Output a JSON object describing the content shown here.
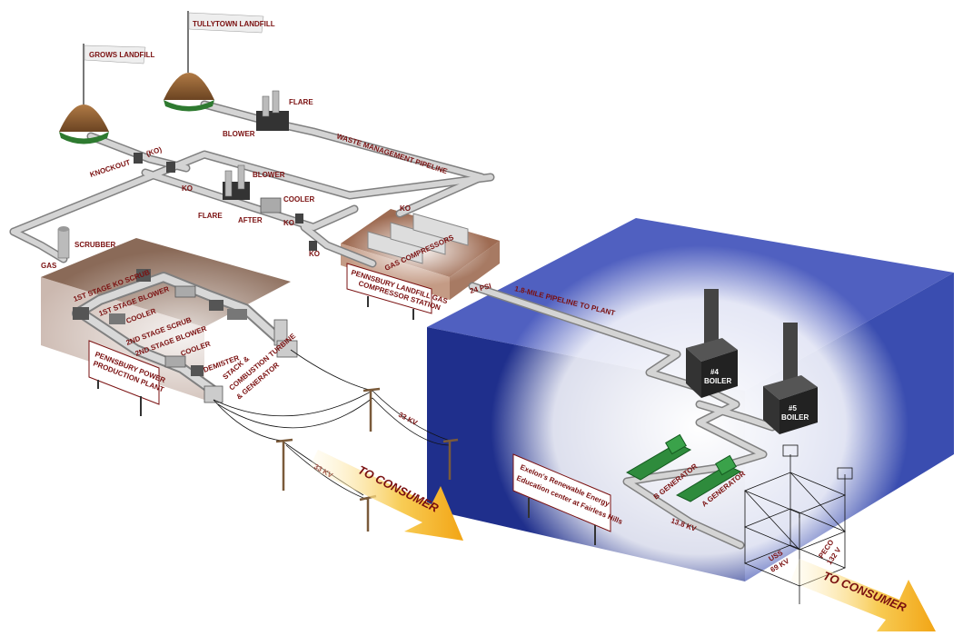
{
  "landfills": {
    "grows": "GROWS LANDFILL",
    "tullytown": "TULLYTOWN LANDFILL"
  },
  "waste_management": {
    "blower": "BLOWER",
    "flare": "FLARE",
    "pipeline": "WASTE MANAGEMENT PIPELINE"
  },
  "knockout": {
    "label": "KNOCKOUT",
    "ko_paren": "(KO)"
  },
  "middle_train": {
    "ko1": "KO",
    "flare": "FLARE",
    "blower": "BLOWER",
    "after": "AFTER",
    "cooler": "COOLER",
    "ko2": "KO",
    "ko3": "KO",
    "ko4": "KO"
  },
  "gas_scrubber": {
    "gas": "GAS",
    "scrubber": "SCRUBBER"
  },
  "power_plant": {
    "steps": [
      "1ST STAGE KO SCRUB",
      "1ST STAGE BLOWER",
      "COOLER",
      "2ND STAGE SCRUB",
      "2ND STAGE BLOWER",
      "COOLER",
      "DEMISTER",
      "STACK &",
      "COMBUSTION TURBINE",
      "& GENERATOR"
    ],
    "sign_line1": "PENNSBURY POWER",
    "sign_line2": "PRODUCTION PLANT"
  },
  "compressor_station": {
    "roof_label": "GAS COMPRESSORS",
    "sign_line1": "PENNSBURY LANDFILL GAS",
    "sign_line2": "COMPRESSOR STATION",
    "psi": "24 PSI"
  },
  "pipeline_to_plant": "1.8-MILE PIPELINE TO PLANT",
  "fairless": {
    "boiler4_num": "#4",
    "boiler4_label": "BOILER",
    "boiler5_num": "#5",
    "boiler5_label": "BOILER",
    "gen_b": "B GENERATOR",
    "gen_a": "A GENERATOR",
    "kv_13": "13.8 KV",
    "uss": "USS",
    "uss_kv": "69 KV",
    "peco": "PECO",
    "peco_v": "132 V",
    "sign_line1": "Exelon's Renewable Energy",
    "sign_line2": "Education center at Fairless Hills"
  },
  "power_lines": {
    "kv_a": "33 KV",
    "kv_b": "33 KV"
  },
  "to_consumer": "TO CONSUMER",
  "colors": {
    "pipe": "#c9c9c9",
    "pipe_edge": "#7f7f7f",
    "label": "#7a1010",
    "blue_box": "#2b3f9e",
    "ground_brown": "#8a6a58",
    "arrow": "#f5b81c"
  }
}
